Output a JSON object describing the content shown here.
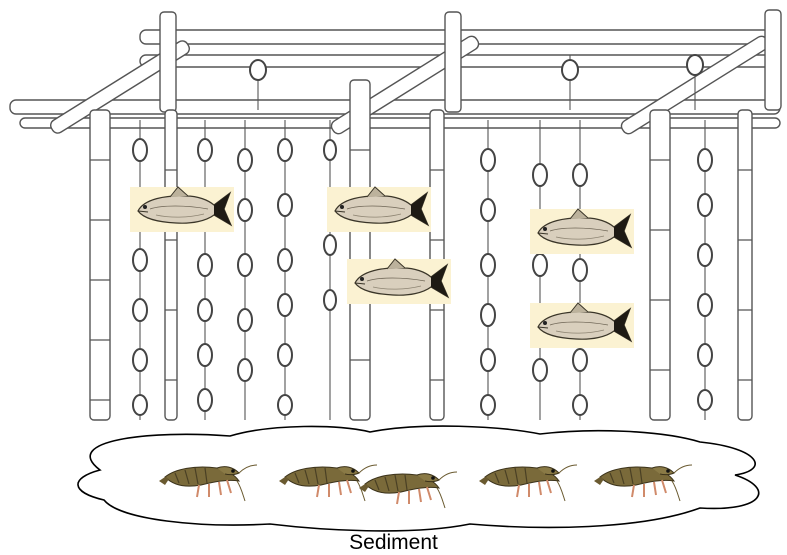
{
  "diagram": {
    "caption": "Sediment",
    "structure_icon": "bamboo-oyster-rack",
    "fish_icon": "fish-icon",
    "shrimp_icon": "shrimp-icon",
    "fish_count": 5,
    "shrimp_count": 5,
    "colors": {
      "line": "#555555",
      "fish_bg": "#fbf2d2",
      "fish_body": "#d9cfbd",
      "shrimp_body": "#7a6a3a",
      "shrimp_legs": "#d08a6a"
    }
  }
}
